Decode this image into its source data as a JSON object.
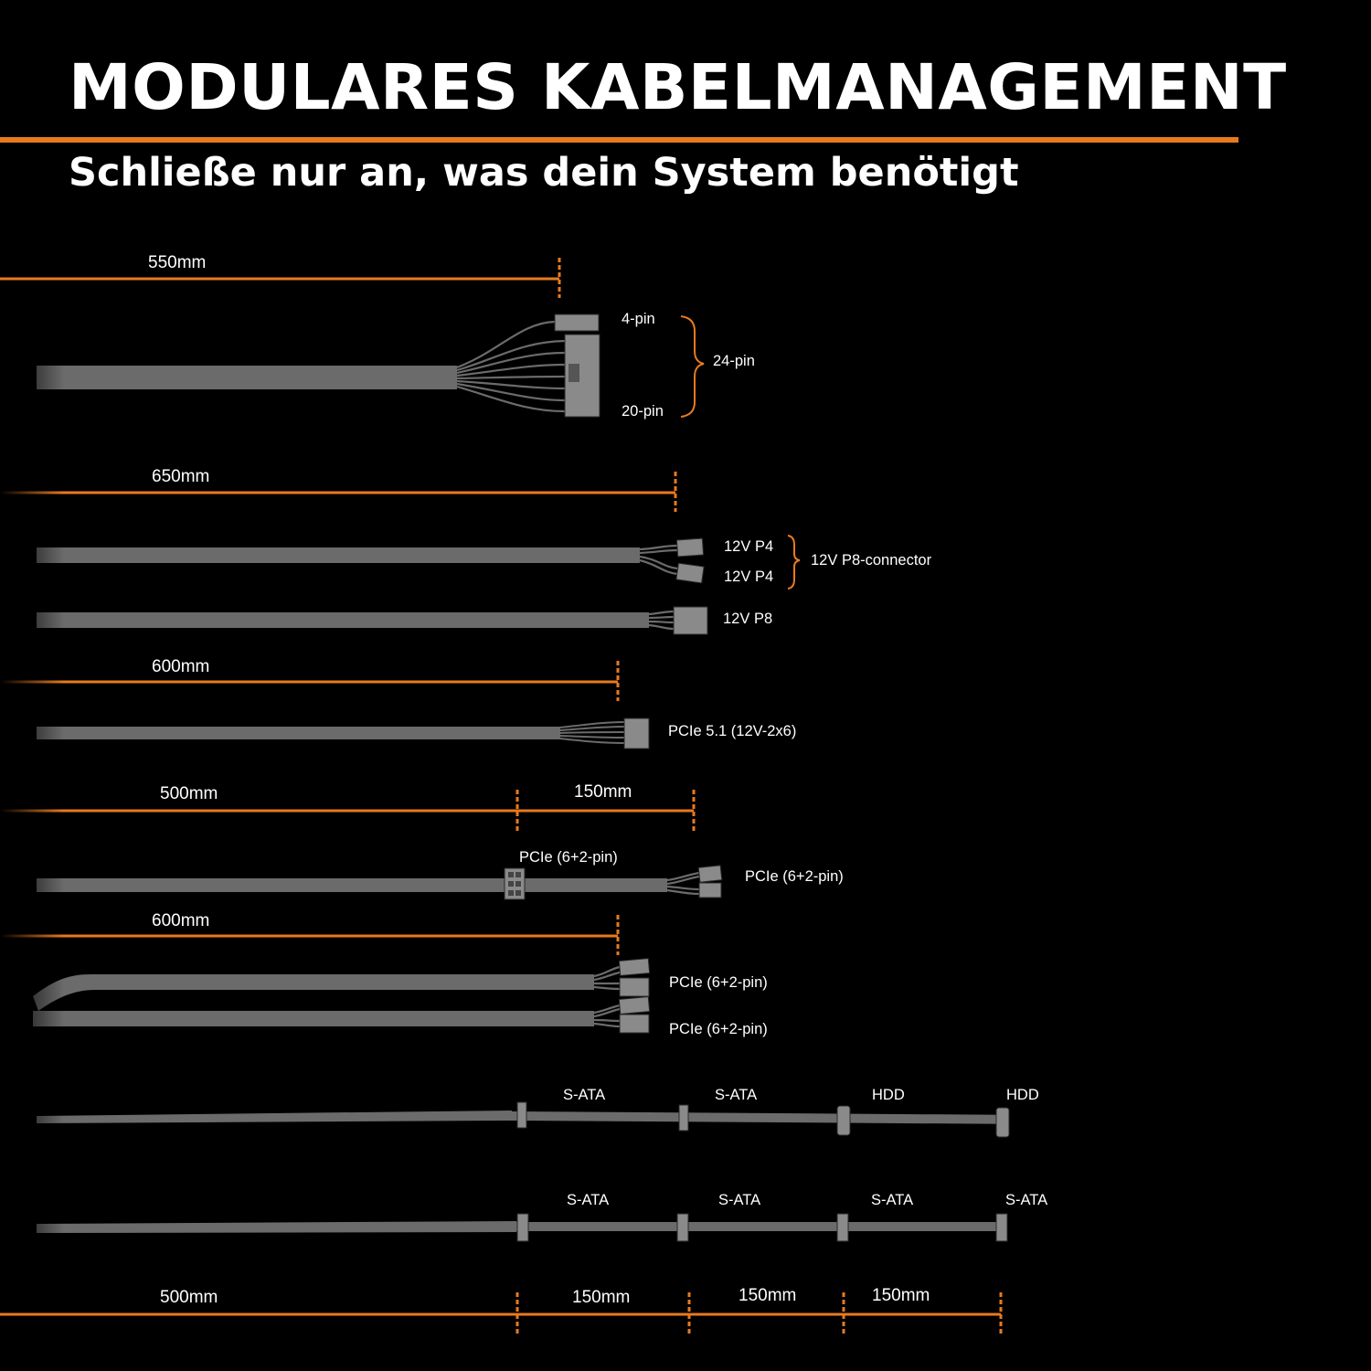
{
  "header": {
    "title": "MODULARES KABELMANAGEMENT",
    "subtitle": "Schließe nur an, was dein System benötigt"
  },
  "colors": {
    "background": "#000000",
    "accent": "#e87a1e",
    "cable": "#6b6b6b",
    "connector": "#8a8a8a",
    "text": "#ffffff"
  },
  "cables": {
    "atx": {
      "length": "550mm",
      "pin_top": "4-pin",
      "pin_bottom": "20-pin",
      "combined": "24-pin"
    },
    "cpu": {
      "length": "650mm",
      "p4_a": "12V P4",
      "p4_b": "12V P4",
      "combined": "12V P8-connector",
      "p8": "12V P8"
    },
    "pcie5": {
      "length": "600mm",
      "label": "PCIe 5.1 (12V-2x6)"
    },
    "pcie_daisy": {
      "length_main": "500mm",
      "length_ext": "150mm",
      "label_mid": "PCIe (6+2-pin)",
      "label_end": "PCIe (6+2-pin)"
    },
    "pcie_dual": {
      "length": "600mm",
      "label_a": "PCIe (6+2-pin)",
      "label_b": "PCIe (6+2-pin)"
    },
    "sata_hdd": {
      "labels": [
        "S-ATA",
        "S-ATA",
        "HDD",
        "HDD"
      ]
    },
    "sata": {
      "labels": [
        "S-ATA",
        "S-ATA",
        "S-ATA",
        "S-ATA"
      ]
    },
    "sata_dims": [
      "500mm",
      "150mm",
      "150mm",
      "150mm"
    ]
  }
}
